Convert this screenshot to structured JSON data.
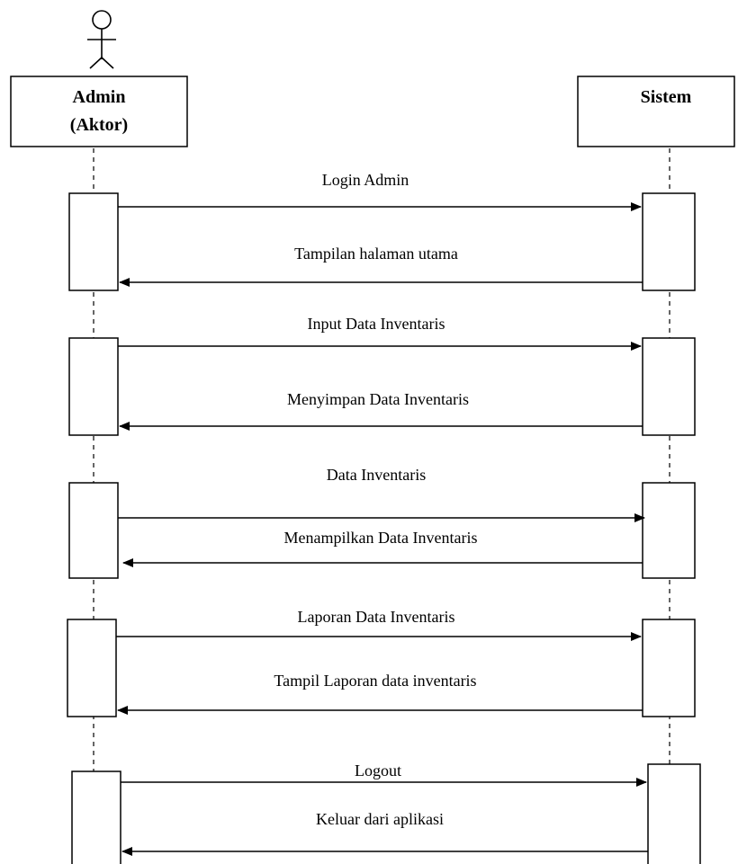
{
  "actor": {
    "name_line1": "Admin",
    "name_line2": "(Aktor)",
    "icon": "stick-figure-icon"
  },
  "system": {
    "name": "Sistem"
  },
  "messages": [
    {
      "id": "login-admin",
      "label": "Login Admin",
      "direction": "to-system"
    },
    {
      "id": "tampilan-halaman-utama",
      "label": "Tampilan halaman utama",
      "direction": "to-actor"
    },
    {
      "id": "input-data-inventaris",
      "label": "Input Data Inventaris",
      "direction": "to-system"
    },
    {
      "id": "menyimpan-data-inventaris",
      "label": "Menyimpan Data Inventaris",
      "direction": "to-actor"
    },
    {
      "id": "data-inventaris",
      "label": "Data Inventaris",
      "direction": "to-system"
    },
    {
      "id": "menampilkan-data-inventaris",
      "label": "Menampilkan Data Inventaris",
      "direction": "to-actor"
    },
    {
      "id": "laporan-data-inventaris",
      "label": "Laporan Data Inventaris",
      "direction": "to-system"
    },
    {
      "id": "tampil-laporan-data-inventaris",
      "label": "Tampil Laporan data inventaris",
      "direction": "to-actor"
    },
    {
      "id": "logout",
      "label": "Logout",
      "direction": "to-system"
    },
    {
      "id": "keluar-dari-aplikasi",
      "label": "Keluar dari aplikasi",
      "direction": "to-actor"
    }
  ]
}
